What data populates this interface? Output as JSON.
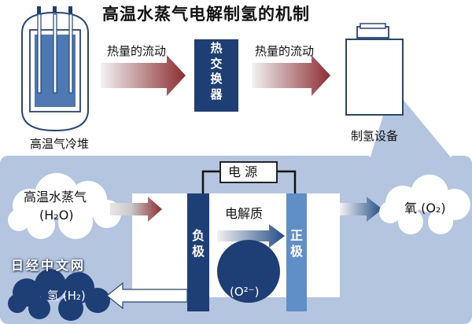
{
  "title": "高温水蒸气电解制氢的机制",
  "reactor": {
    "label": "高温气冷堆"
  },
  "heat_flow_left": "热量的流动",
  "heat_flow_right": "热量的流动",
  "heat_exchanger": {
    "label": "热交换器"
  },
  "plant": {
    "label": "制氢设备"
  },
  "power": {
    "label": "电 源"
  },
  "input": {
    "line1": "高温水蒸气",
    "line2": "(H₂O)"
  },
  "cathode": {
    "label": "负极"
  },
  "anode": {
    "label": "正极"
  },
  "electrolyte": {
    "label": "电解质"
  },
  "ion": {
    "label": "(O²⁻)"
  },
  "oxygen": {
    "label": "氧 (O₂)"
  },
  "hydrogen": {
    "label": "氢 (H₂)"
  },
  "watermark": "日经中文网",
  "colors": {
    "navy": "#1d3f76",
    "panel": "#b4c6df",
    "arrow_red": "#8c2e32",
    "arrow_blue": "#234d86",
    "anode": "#5f8fc6",
    "outline": "#25467a"
  }
}
